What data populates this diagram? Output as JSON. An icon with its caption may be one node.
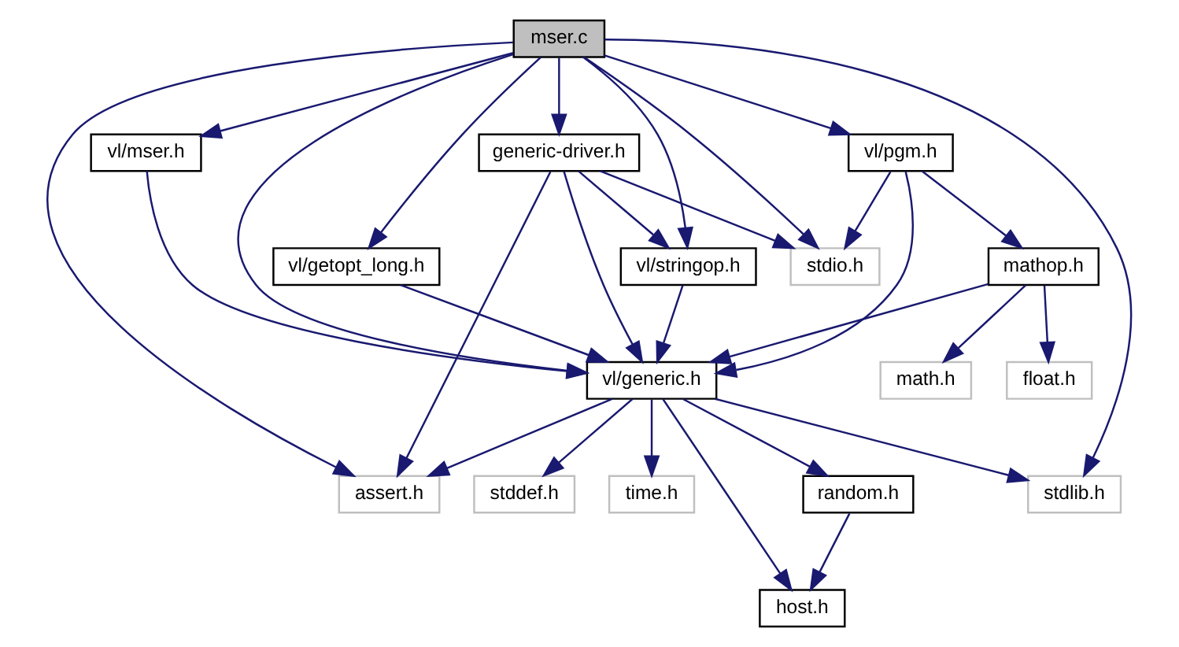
{
  "diagram": {
    "nodes": [
      {
        "text": [
          "mser.c"
        ]
      },
      {
        "text": [
          "vl/getopt_long.h"
        ]
      },
      {
        "text": [
          "generic-driver.h"
        ]
      },
      {
        "text": [
          "vl/pgm.h"
        ]
      },
      {
        "text": [
          "vl/mser.h"
        ]
      },
      {
        "text": [
          "vl/stringop.h"
        ]
      },
      {
        "text": [
          "stdio.h"
        ]
      },
      {
        "text": [
          "mathop.h"
        ]
      },
      {
        "text": [
          "vl/generic.h"
        ]
      },
      {
        "text": [
          "math.h"
        ]
      },
      {
        "text": [
          "float.h"
        ]
      },
      {
        "text": [
          "assert.h"
        ]
      },
      {
        "text": [
          "stdlib.h"
        ]
      },
      {
        "text": [
          "stddef.h"
        ]
      },
      {
        "text": [
          "time.h"
        ]
      },
      {
        "text": [
          "random.h"
        ]
      },
      {
        "text": [
          "host.h"
        ]
      }
    ],
    "edges": [
      {
        "from": 0,
        "to": 11,
        "arrow": "to"
      },
      {
        "from": 0,
        "to": 12,
        "arrow": "to"
      },
      {
        "from": 0,
        "to": 4,
        "arrow": "to"
      },
      {
        "from": 0,
        "to": 1,
        "arrow": "to"
      },
      {
        "from": 0,
        "to": 2,
        "arrow": "to"
      },
      {
        "from": 0,
        "to": 5,
        "arrow": "to"
      },
      {
        "from": 0,
        "to": 6,
        "arrow": "to"
      },
      {
        "from": 0,
        "to": 3,
        "arrow": "to"
      },
      {
        "from": 0,
        "to": 8,
        "arrow": "to"
      },
      {
        "from": 1,
        "to": 8,
        "arrow": "to"
      },
      {
        "from": 2,
        "to": 11,
        "arrow": "to"
      },
      {
        "from": 2,
        "to": 8,
        "arrow": "to"
      },
      {
        "from": 2,
        "to": 5,
        "arrow": "to"
      },
      {
        "from": 2,
        "to": 6,
        "arrow": "to"
      },
      {
        "from": 4,
        "to": 8,
        "arrow": "to"
      },
      {
        "from": 5,
        "to": 8,
        "arrow": "to"
      },
      {
        "from": 3,
        "to": 6,
        "arrow": "to"
      },
      {
        "from": 3,
        "to": 8,
        "arrow": "to"
      },
      {
        "from": 3,
        "to": 7,
        "arrow": "to"
      },
      {
        "from": 7,
        "to": 8,
        "arrow": "to"
      },
      {
        "from": 7,
        "to": 9,
        "arrow": "to"
      },
      {
        "from": 7,
        "to": 10,
        "arrow": "to"
      },
      {
        "from": 8,
        "to": 11,
        "arrow": "to"
      },
      {
        "from": 8,
        "to": 12,
        "arrow": "to"
      },
      {
        "from": 8,
        "to": 13,
        "arrow": "to"
      },
      {
        "from": 8,
        "to": 14,
        "arrow": "to"
      },
      {
        "from": 8,
        "to": 16,
        "arrow": "to"
      },
      {
        "from": 8,
        "to": 15,
        "arrow": "to"
      },
      {
        "from": 15,
        "to": 16,
        "arrow": "to"
      }
    ]
  }
}
